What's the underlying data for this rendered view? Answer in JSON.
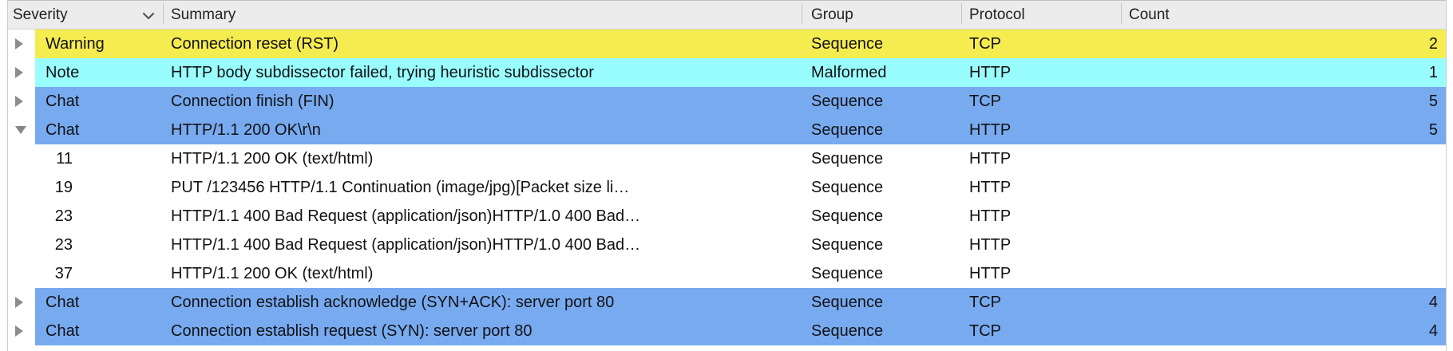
{
  "app": {
    "widget": "expert-information-table"
  },
  "colors": {
    "warning_row": "#f5ec50",
    "note_row": "#99fdfe",
    "chat_row": "#78aaf0",
    "header_bg": "#ececec",
    "child_row": "#ffffff"
  },
  "table": {
    "columns": [
      {
        "label": "Severity",
        "sort_indicator": true
      },
      {
        "label": "Summary"
      },
      {
        "label": "Group"
      },
      {
        "label": "Protocol"
      },
      {
        "label": "Count"
      }
    ],
    "rows": [
      {
        "type": "parent",
        "expanded": false,
        "color": "#f5ec50",
        "severity": "Warning",
        "summary": "Connection reset (RST)",
        "group": "Sequence",
        "protocol": "TCP",
        "count": "2"
      },
      {
        "type": "parent",
        "expanded": false,
        "color": "#99fdfe",
        "severity": "Note",
        "summary": "HTTP body subdissector failed, trying heuristic subdissector",
        "group": "Malformed",
        "protocol": "HTTP",
        "count": "1"
      },
      {
        "type": "parent",
        "expanded": false,
        "color": "#78aaf0",
        "severity": "Chat",
        "summary": "Connection finish (FIN)",
        "group": "Sequence",
        "protocol": "TCP",
        "count": "5"
      },
      {
        "type": "parent",
        "expanded": true,
        "color": "#78aaf0",
        "severity": "Chat",
        "summary": "HTTP/1.1 200 OK\\r\\n",
        "group": "Sequence",
        "protocol": "HTTP",
        "count": "5"
      },
      {
        "type": "child",
        "packet": "11",
        "summary": "HTTP/1.1 200 OK (text/html)",
        "group": "Sequence",
        "protocol": "HTTP",
        "count": ""
      },
      {
        "type": "child",
        "packet": "19",
        "summary": "PUT /123456 HTTP/1.1 Continuation (image/jpg)[Packet size li…",
        "group": "Sequence",
        "protocol": "HTTP",
        "count": ""
      },
      {
        "type": "child",
        "packet": "23",
        "summary": "HTTP/1.1 400 Bad Request (application/json)HTTP/1.0 400 Bad…",
        "group": "Sequence",
        "protocol": "HTTP",
        "count": ""
      },
      {
        "type": "child",
        "packet": "23",
        "summary": "HTTP/1.1 400 Bad Request (application/json)HTTP/1.0 400 Bad…",
        "group": "Sequence",
        "protocol": "HTTP",
        "count": ""
      },
      {
        "type": "child",
        "packet": "37",
        "summary": "HTTP/1.1 200 OK (text/html)",
        "group": "Sequence",
        "protocol": "HTTP",
        "count": ""
      },
      {
        "type": "parent",
        "expanded": false,
        "color": "#78aaf0",
        "severity": "Chat",
        "summary": "Connection establish acknowledge (SYN+ACK): server port 80",
        "group": "Sequence",
        "protocol": "TCP",
        "count": "4"
      },
      {
        "type": "parent",
        "expanded": false,
        "color": "#78aaf0",
        "severity": "Chat",
        "summary": "Connection establish request (SYN): server port 80",
        "group": "Sequence",
        "protocol": "TCP",
        "count": "4"
      }
    ]
  }
}
